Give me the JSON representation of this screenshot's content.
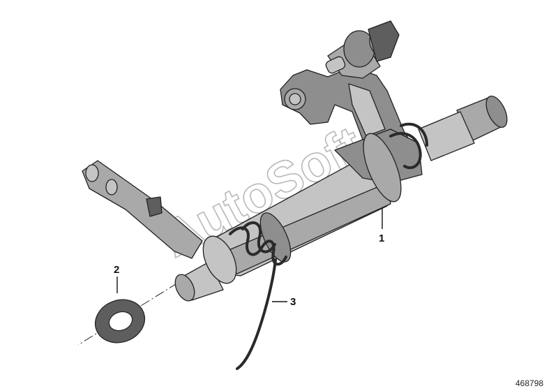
{
  "diagram": {
    "callouts": [
      {
        "id": "1",
        "label": "1"
      },
      {
        "id": "2",
        "label": "2"
      },
      {
        "id": "3",
        "label": "3"
      }
    ],
    "document_number": "468798",
    "watermark": "AutoSoft"
  }
}
